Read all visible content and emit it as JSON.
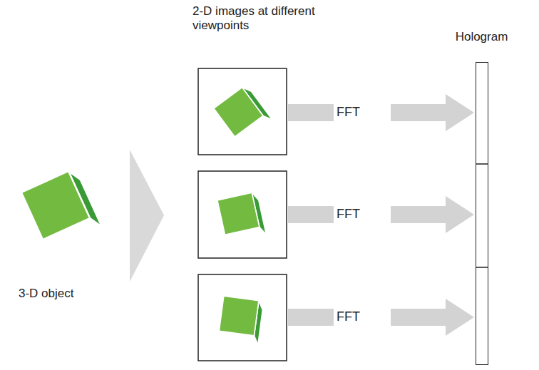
{
  "diagram": {
    "nodes": [
      {
        "text": [
          "Hologram"
        ]
      }
    ],
    "labels": [
      "2-D images at different viewpoints",
      "FFT",
      "FFT",
      "FFT",
      "3-D object"
    ]
  }
}
